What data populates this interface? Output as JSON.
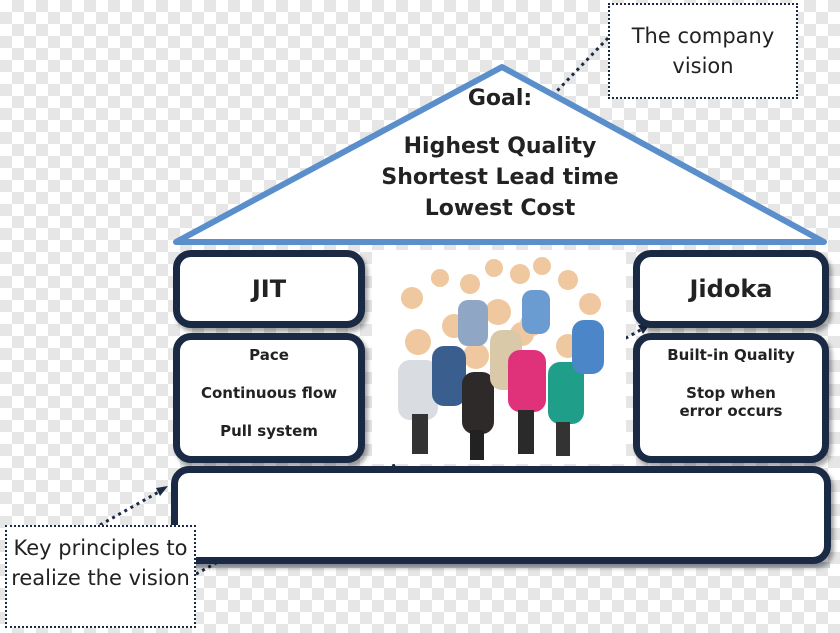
{
  "roof": {
    "goal_label": "Goal:",
    "lines": [
      "Highest Quality",
      "Shortest Lead time",
      "Lowest Cost"
    ]
  },
  "pillars": {
    "left": {
      "title": "JIT",
      "items": [
        "Pace",
        "Continuous flow",
        "Pull system"
      ]
    },
    "right": {
      "title": "Jidoka",
      "items": [
        "Built-in Quality",
        "Stop when error occurs"
      ]
    }
  },
  "callouts": {
    "vision": "The company vision",
    "principles": "Key principles to realize the vision"
  },
  "colors": {
    "roof_stroke": "#5b8fcc",
    "box_border": "#1b2a44",
    "connector": "#1b2a44"
  },
  "photo": {
    "icon": "group-of-people-photo"
  }
}
